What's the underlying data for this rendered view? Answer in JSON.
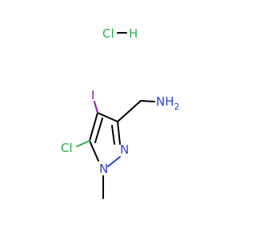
{
  "molecule": {
    "salt": {
      "cl": "Cl",
      "h": "H"
    },
    "atoms": {
      "iodine": "I",
      "chlorine": "Cl",
      "ring_n2": "N",
      "ring_n1": "N",
      "amine": "NH",
      "amine_subscript": "2"
    }
  },
  "colors": {
    "carbon": "#000000",
    "nitrogen": "#2f3fd6",
    "chlorine": "#29b24a",
    "iodine": "#8c1aa6"
  }
}
